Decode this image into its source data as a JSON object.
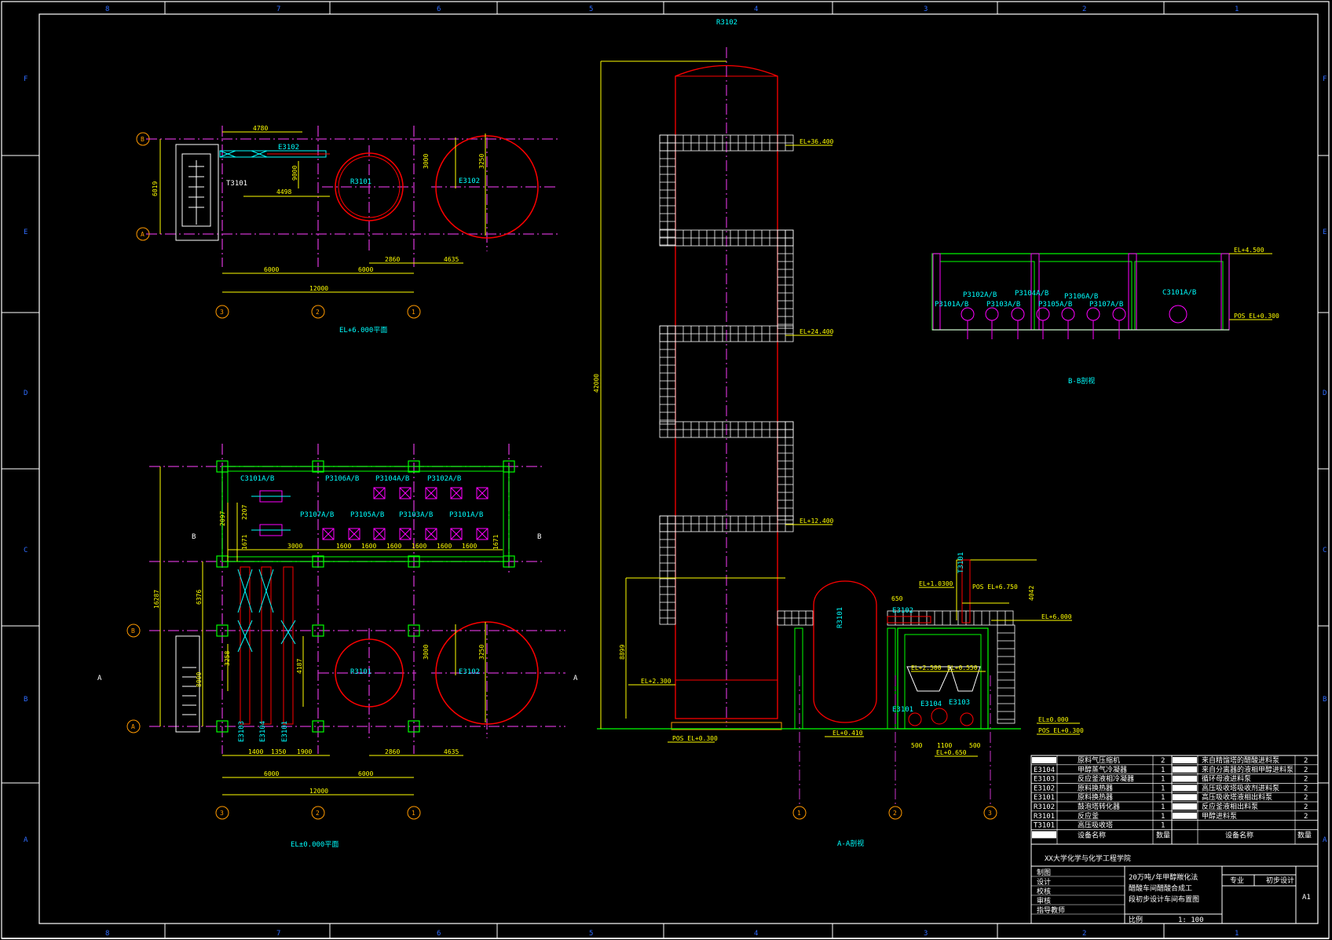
{
  "border": {
    "top_numbers": [
      "8",
      "7",
      "6",
      "5",
      "4",
      "3",
      "2",
      "1"
    ],
    "bottom_numbers": [
      "8",
      "7",
      "6",
      "5",
      "4",
      "3",
      "2",
      "1"
    ],
    "left_letters": [
      "F",
      "E",
      "D",
      "C",
      "B",
      "A"
    ],
    "right_letters": [
      "F",
      "E",
      "D",
      "C",
      "B",
      "A"
    ]
  },
  "views": {
    "plan_upper": {
      "caption": "EL+6.000平面",
      "dims": [
        "4780",
        "4498",
        "6000",
        "6000",
        "2860",
        "4635",
        "12000",
        "6019",
        "3000",
        "3250",
        "9000"
      ],
      "axis_rows": [
        "B",
        "A"
      ],
      "axis_cols": [
        "3",
        "2",
        "1"
      ],
      "equipment": [
        "E3102",
        "T3101",
        "R3101",
        "E3102"
      ]
    },
    "plan_lower": {
      "caption": "EL±0.000平面",
      "dims": [
        "6000",
        "6000",
        "2860",
        "4635",
        "12000",
        "1400",
        "1350",
        "1900",
        "3000",
        "1600",
        "1600",
        "1600",
        "1600",
        "1600",
        "1600",
        "1671",
        "1671",
        "2097",
        "2207",
        "6376",
        "16287",
        "8000",
        "3000",
        "3250",
        "3258",
        "4187"
      ],
      "axis_rows": [
        "B",
        "A"
      ],
      "axis_cols": [
        "3",
        "2",
        "1"
      ],
      "equipment": [
        "C3101A/B",
        "P3106A/B",
        "P3104A/B",
        "P3102A/B",
        "P3107A/B",
        "P3105A/B",
        "P3103A/B",
        "P3101A/B",
        "R3101",
        "E3102",
        "E3103",
        "E3104",
        "E3101"
      ],
      "section_marks": [
        "B",
        "B",
        "A",
        "A"
      ]
    },
    "section_aa": {
      "caption": "A-A剖视",
      "equipment": [
        "R3102",
        "R3101",
        "T3101",
        "E3102",
        "E3101",
        "E3104",
        "E3103"
      ],
      "levels": [
        "EL+36.400",
        "EL+24.400",
        "EL+12.400",
        "EL+2.300",
        "POS EL+0.300",
        "EL+0.410",
        "EL+1.0300",
        "POS EL+6.750",
        "EL+6.000",
        "EL+2.500",
        "EL+0.550",
        "EL±0.000",
        "POS EL+0.300",
        "EL+0.650"
      ],
      "dims": [
        "42000",
        "8899",
        "650",
        "4042",
        "500",
        "1100",
        "500"
      ],
      "axis_cols": [
        "1",
        "2",
        "3"
      ]
    },
    "section_bb": {
      "caption": "B-B剖视",
      "equipment": [
        "P3101A/B",
        "P3102A/B",
        "P3103A/B",
        "P3104A/B",
        "P3105A/B",
        "P3106A/B",
        "P3107A/B",
        "C3101A/B"
      ],
      "levels": [
        "EL+4.500",
        "POS EL+0.300"
      ]
    }
  },
  "equipment_table": {
    "left_rows": [
      {
        "code": "",
        "name": "原料气压缩机",
        "qty": "2"
      },
      {
        "code": "E3104",
        "name": "甲醇蒸气冷凝器",
        "qty": "1"
      },
      {
        "code": "E3103",
        "name": "反应釜液相冷凝器",
        "qty": "1"
      },
      {
        "code": "E3102",
        "name": "原料换热器",
        "qty": "1"
      },
      {
        "code": "E3101",
        "name": "原料换热器",
        "qty": "1"
      },
      {
        "code": "R3102",
        "name": "鼓泡塔转化器",
        "qty": "1"
      },
      {
        "code": "R3101",
        "name": "反应釜",
        "qty": "1"
      },
      {
        "code": "T3101",
        "name": "高压吸收塔",
        "qty": "1"
      }
    ],
    "left_header": {
      "name": "设备名称",
      "qty": "数量"
    },
    "right_rows": [
      {
        "name": "来自精馏塔的醋酸进料泵",
        "qty": "2"
      },
      {
        "name": "来自分离器的液相甲醇进料泵",
        "qty": "2"
      },
      {
        "name": "循环母液进料泵",
        "qty": "2"
      },
      {
        "name": "高压吸收塔吸收剂进料泵",
        "qty": "2"
      },
      {
        "name": "高压吸收塔液相出料泵",
        "qty": "2"
      },
      {
        "name": "反应釜液相出料泵",
        "qty": "2"
      },
      {
        "name": "甲醇进料泵",
        "qty": "2"
      }
    ],
    "right_header": {
      "name": "设备名称",
      "qty": "数量"
    }
  },
  "title_block": {
    "school": "XX大学化学与化学工程学院",
    "roles": [
      "制图",
      "设计",
      "校核",
      "审核",
      "指导教师"
    ],
    "title_lines": [
      "20万吨/年甲醇羰化法",
      "醋酸车间醋酸合成工",
      "段初步设计车间布置图"
    ],
    "major_label": "专业",
    "stage": "初步设计",
    "sheet_size": "A1",
    "scale_label": "比例",
    "scale_value": "1: 100"
  }
}
